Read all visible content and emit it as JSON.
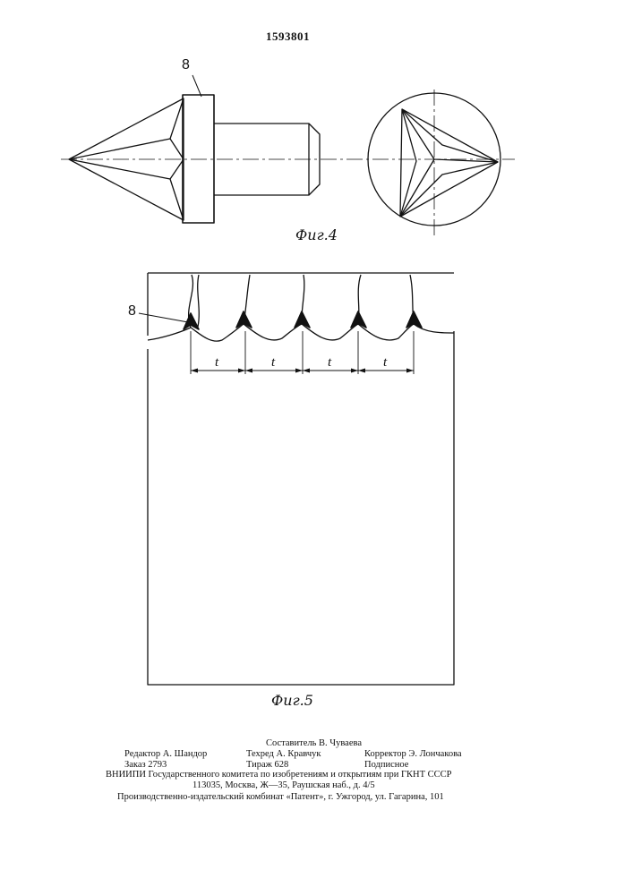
{
  "document": {
    "patent_number": "1593801",
    "figure_4": {
      "caption": "Фиг.4",
      "callout": "8"
    },
    "figure_5": {
      "caption": "Фиг.5",
      "callout": "8",
      "pitch_label": "t",
      "pitch_labels": [
        "t",
        "t",
        "t",
        "t"
      ]
    }
  },
  "imprint": {
    "compiler": "Составитель В. Чуваева",
    "editor": "Редактор А. Шандор",
    "techred": "Техред А. Кравчук",
    "corrector": "Корректор Э. Лончакова",
    "order": "Заказ 2793",
    "circulation": "Тираж 628",
    "subscription": "Подписное",
    "institute": "ВНИИПИ Государственного комитета по изобретениям и открытиям при ГКНТ СССР",
    "address": "113035, Москва, Ж—35, Раушская наб., д. 4/5",
    "publisher": "Производственно-издательский комбинат «Патент», г. Ужгород, ул. Гагарина, 101"
  }
}
